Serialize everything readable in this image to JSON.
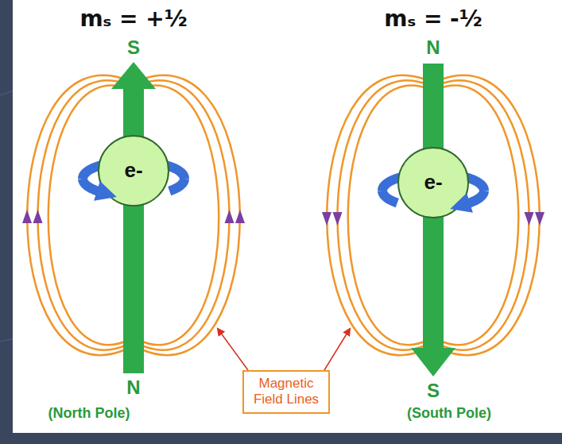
{
  "diagram": {
    "nodes": [
      {
        "text": [
          "e-"
        ]
      },
      {
        "text": [
          "e-"
        ]
      },
      {
        "text": [
          "Magnetic Field Lines"
        ]
      }
    ],
    "labels": [
      "mₛ = +½",
      "mₛ = -½",
      "S",
      "N",
      "N",
      "S",
      "(North Pole)",
      "(South Pole)"
    ]
  }
}
